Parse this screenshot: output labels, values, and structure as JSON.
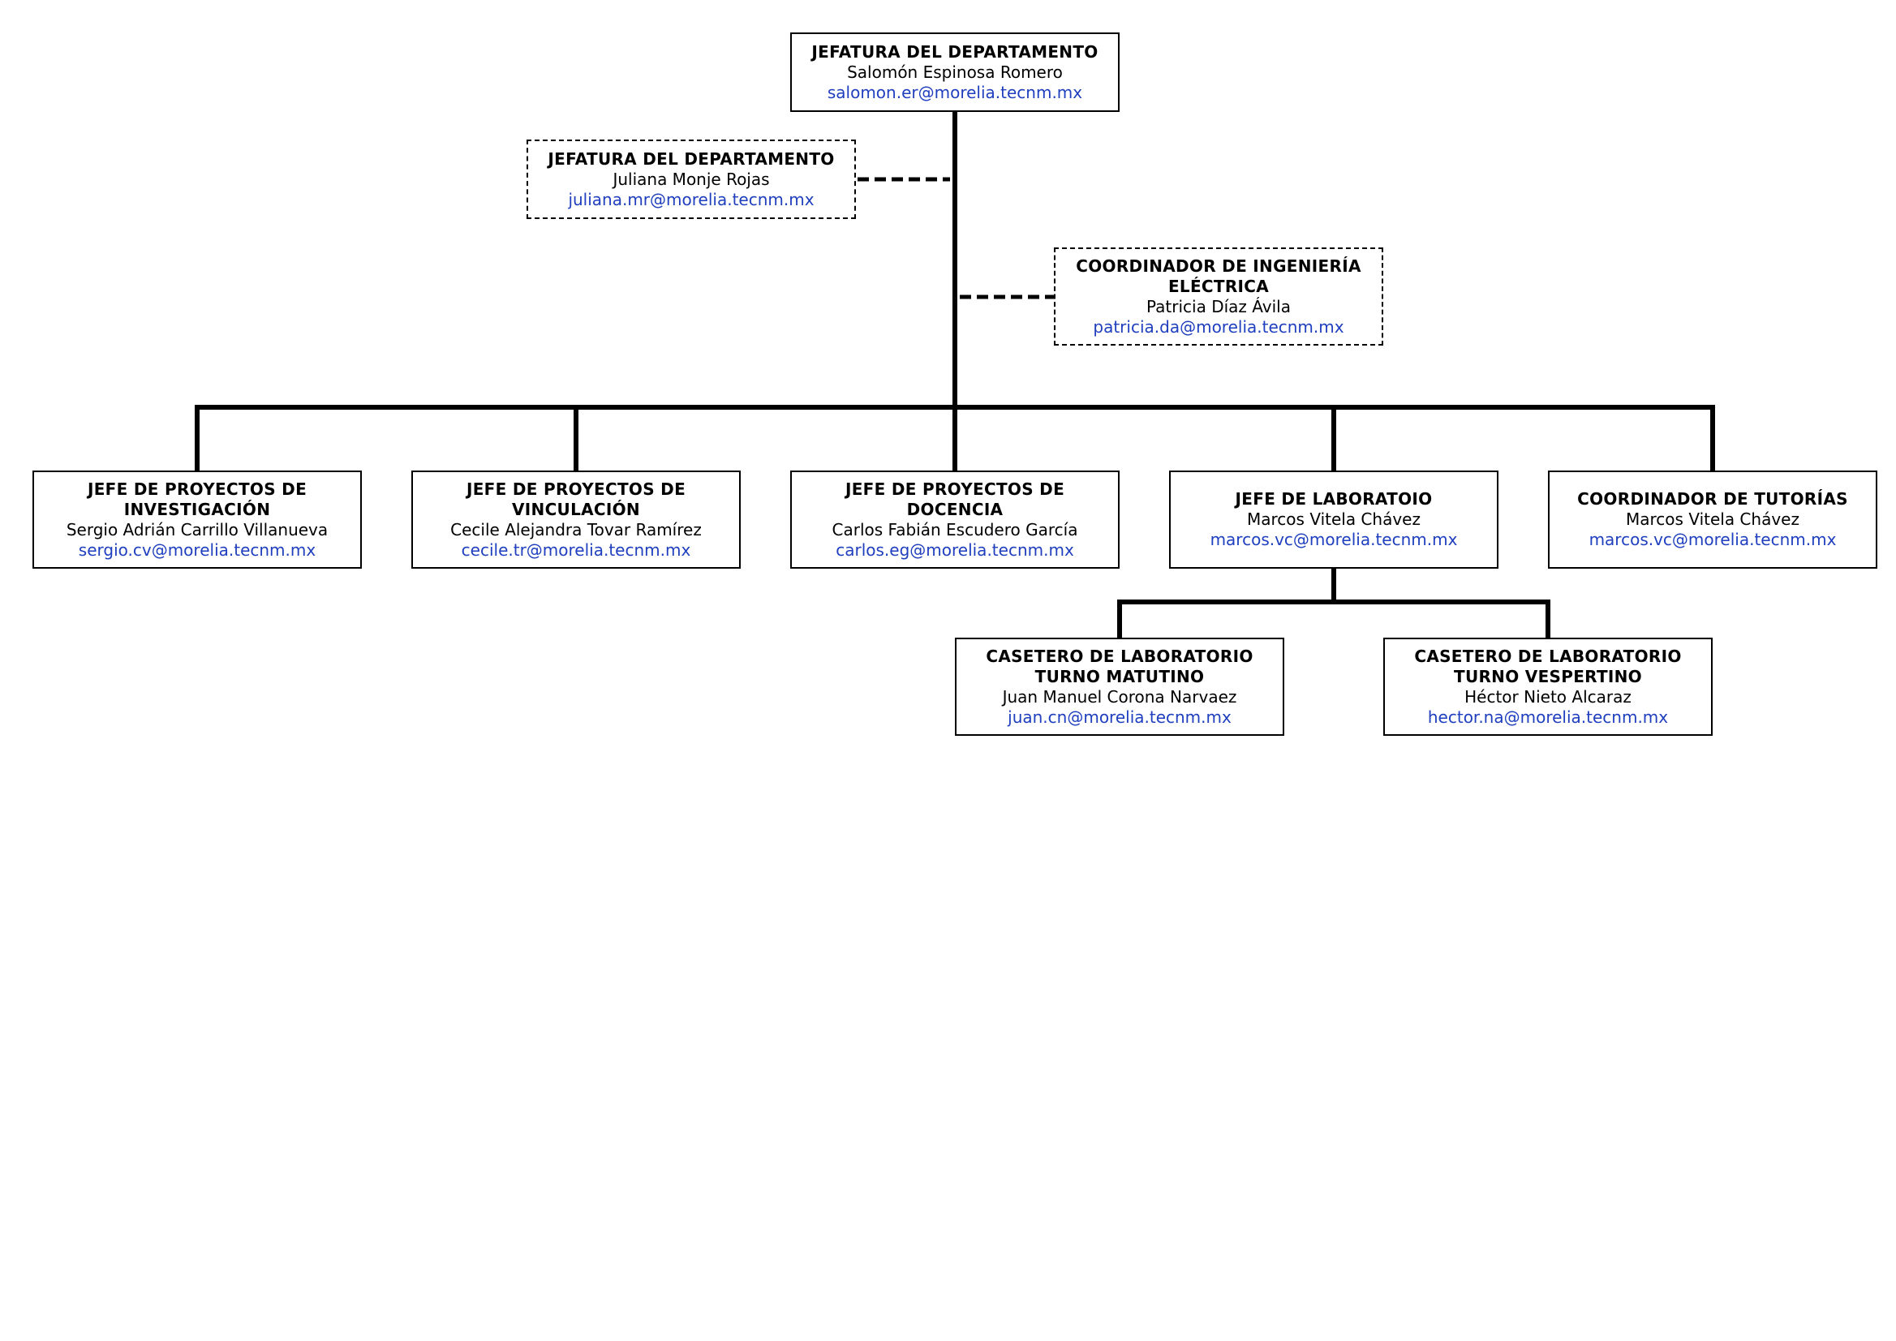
{
  "colors": {
    "line": "#000000",
    "email": "#1f3fbf",
    "text": "#000000"
  },
  "nodes": {
    "head": {
      "title": "JEFATURA DEL DEPARTAMENTO",
      "person": "Salomón Espinosa Romero",
      "email": "salomon.er@morelia.tecnm.mx"
    },
    "jefatura2": {
      "title": "JEFATURA DEL DEPARTAMENTO",
      "person": "Juliana Monje Rojas",
      "email": "juliana.mr@morelia.tecnm.mx"
    },
    "coordinador_electrica": {
      "title": "COORDINADOR DE INGENIERÍA ELÉCTRICA",
      "person": "Patricia Díaz Ávila",
      "email": "patricia.da@morelia.tecnm.mx"
    },
    "investigacion": {
      "title": "JEFE DE PROYECTOS DE INVESTIGACIÓN",
      "person": "Sergio Adrián Carrillo Villanueva",
      "email": "sergio.cv@morelia.tecnm.mx"
    },
    "vinculacion": {
      "title": "JEFE DE PROYECTOS DE VINCULACIÓN",
      "person": "Cecile Alejandra Tovar Ramírez",
      "email": "cecile.tr@morelia.tecnm.mx"
    },
    "docencia": {
      "title": "JEFE DE PROYECTOS DE DOCENCIA",
      "person": "Carlos Fabián Escudero García",
      "email": "carlos.eg@morelia.tecnm.mx"
    },
    "laboratorio": {
      "title": "JEFE DE LABORATOIO",
      "person": "Marcos Vitela Chávez",
      "email": "marcos.vc@morelia.tecnm.mx"
    },
    "tutorias": {
      "title": "COORDINADOR DE TUTORÍAS",
      "person": "Marcos Vitela Chávez",
      "email": "marcos.vc@morelia.tecnm.mx"
    },
    "casetero_matutino": {
      "title": "CASETERO DE LABORATORIO TURNO MATUTINO",
      "person": "Juan Manuel Corona Narvaez",
      "email": "juan.cn@morelia.tecnm.mx"
    },
    "casetero_vespertino": {
      "title": "CASETERO DE LABORATORIO TURNO VESPERTINO",
      "person": "Héctor Nieto Alcaraz",
      "email": "hector.na@morelia.tecnm.mx"
    }
  }
}
